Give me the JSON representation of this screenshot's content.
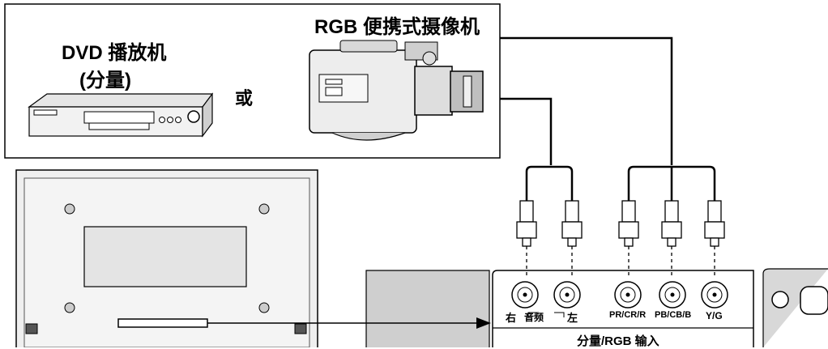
{
  "sources": {
    "dvd_title": "DVD 播放机",
    "dvd_subtitle": "(分量)",
    "or_label": "或",
    "camera_title": "RGB 便携式摄像机"
  },
  "panel": {
    "jack_right": "右",
    "jack_audio": "音频",
    "jack_left": "左",
    "jack_pr": "PR/CR/R",
    "jack_pb": "PB/CB/B",
    "jack_yg": "Y/G",
    "title": "分量/RGB 输入"
  }
}
